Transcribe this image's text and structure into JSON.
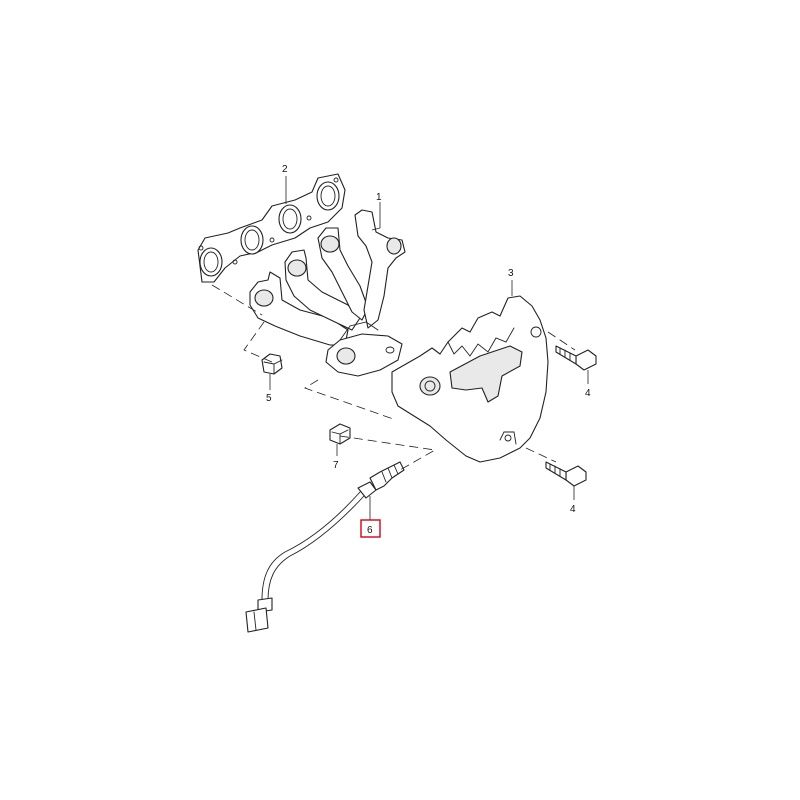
{
  "diagram": {
    "callouts": [
      {
        "id": "1",
        "label": "1"
      },
      {
        "id": "2",
        "label": "2"
      },
      {
        "id": "3",
        "label": "3"
      },
      {
        "id": "4a",
        "label": "4"
      },
      {
        "id": "4b",
        "label": "4"
      },
      {
        "id": "5",
        "label": "5"
      },
      {
        "id": "6",
        "label": "6"
      },
      {
        "id": "7",
        "label": "7"
      }
    ],
    "highlighted_callout": "6",
    "colors": {
      "line": "#222222",
      "highlight": "#d0021b",
      "shade": "#e9e9e9"
    }
  }
}
